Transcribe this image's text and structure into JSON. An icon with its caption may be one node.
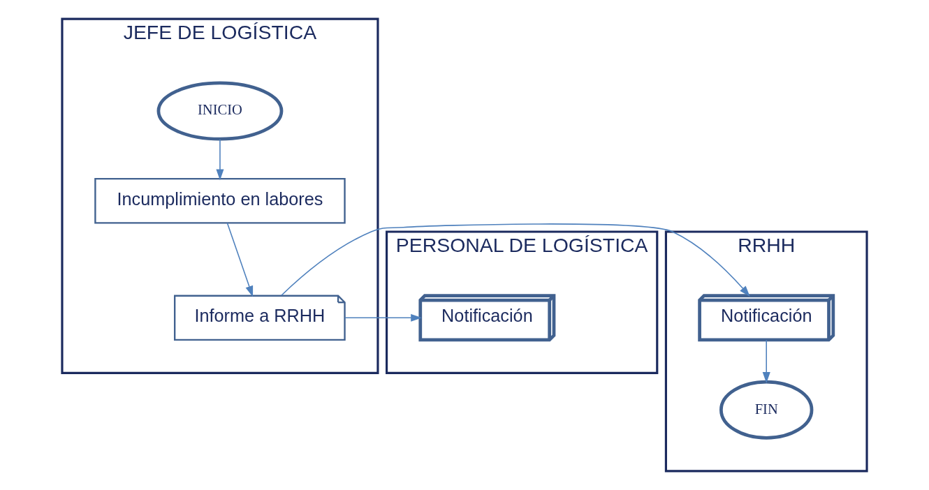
{
  "diagram": {
    "nodes": [
      {
        "text": [
          "JEFE DE LOGÍSTICA"
        ]
      },
      {
        "text": [
          "INICIO"
        ],
        "in": 0
      },
      {
        "text": [
          "Incumplimiento en labores"
        ],
        "in": 0
      },
      {
        "text": [
          "Informe a RRHH"
        ],
        "in": 0
      },
      {
        "text": [
          "PERSONAL DE LOGÍSTICA"
        ]
      },
      {
        "text": [
          "Notificación"
        ],
        "in": 4
      },
      {
        "text": [
          "RRHH"
        ]
      },
      {
        "text": [
          "Notificación"
        ],
        "in": 6
      },
      {
        "text": [
          "FIN"
        ],
        "in": 6
      }
    ],
    "edges": [
      {
        "from": 1,
        "to": 2,
        "arrow": "to"
      },
      {
        "from": 2,
        "to": 3,
        "arrow": "to"
      },
      {
        "from": 3,
        "to": 5,
        "arrow": "to"
      },
      {
        "from": 3,
        "to": 7,
        "arrow": "to"
      },
      {
        "from": 7,
        "to": 8,
        "arrow": "to"
      }
    ]
  }
}
